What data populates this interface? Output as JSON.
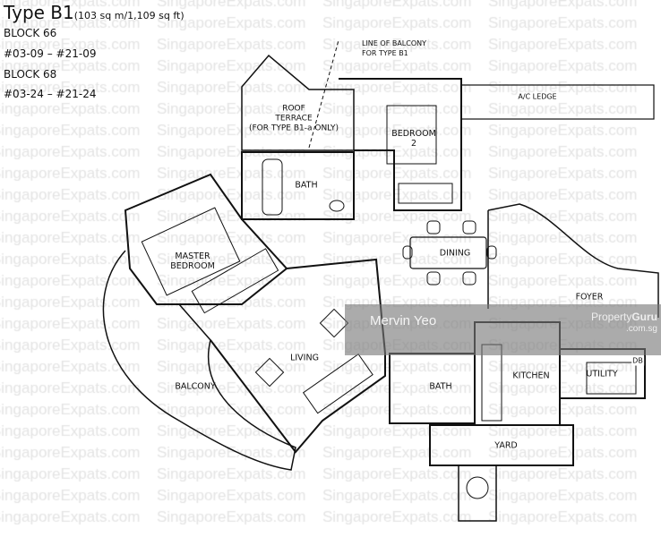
{
  "header": {
    "type": "Type B1",
    "area": "(103 sq m/1,109 sq ft)",
    "lines": [
      "BLOCK 66",
      "#03-09 – #21-09",
      "BLOCK 68",
      "#03-24 – #21-24"
    ]
  },
  "rooms": {
    "balcony_note": "LINE OF BALCONY\nFOR TYPE B1",
    "roof_terrace": "ROOF\nTERRACE\n(FOR TYPE B1-a ONLY)",
    "bedroom2": "BEDROOM\n2",
    "ac_ledge": "A/C LEDGE",
    "bath_top": "BATH",
    "dining": "DINING",
    "master_bedroom": "MASTER\nBEDROOM",
    "foyer": "FOYER",
    "living": "LIVING",
    "balcony": "BALCONY",
    "bath_bottom": "BATH",
    "kitchen": "KITCHEN",
    "utility": "UTILITY",
    "yard": "YARD",
    "db": "DB"
  },
  "overlay": {
    "agent": "Mervin Yeo",
    "brand_a": "Property",
    "brand_b": "Guru",
    "brand_domain": ".com.sg"
  },
  "watermark": "SingaporeExpats.com"
}
